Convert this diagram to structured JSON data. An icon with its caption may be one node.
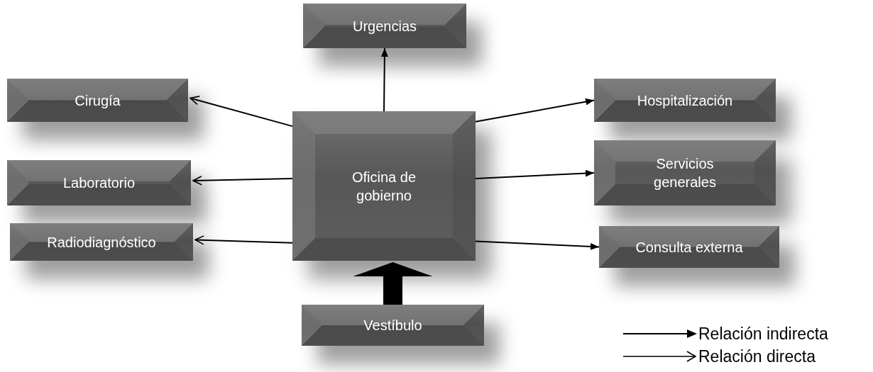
{
  "diagram": {
    "nodes": [
      {
        "text": [
          "Urgencias"
        ]
      },
      {
        "text": [
          "Oficina de gobierno"
        ]
      },
      {
        "text": [
          "Cirugía"
        ]
      },
      {
        "text": [
          "Hospitalización"
        ]
      },
      {
        "text": [
          "Laboratorio"
        ]
      },
      {
        "text": [
          "Servicios generales"
        ]
      },
      {
        "text": [
          "Radiodiagnóstico"
        ]
      },
      {
        "text": [
          "Consulta externa"
        ]
      },
      {
        "text": [
          "Vestíbulo"
        ]
      }
    ],
    "edges": [
      {
        "from": 1,
        "to": 0,
        "arrow": "to"
      },
      {
        "from": 1,
        "to": 2,
        "arrow": "to"
      },
      {
        "from": 1,
        "to": 3,
        "arrow": "to"
      },
      {
        "from": 1,
        "to": 4,
        "arrow": "to"
      },
      {
        "from": 1,
        "to": 5,
        "arrow": "to"
      },
      {
        "from": 1,
        "to": 6,
        "arrow": "to"
      },
      {
        "from": 1,
        "to": 7,
        "arrow": "to"
      },
      {
        "from": 8,
        "to": 1,
        "arrow": "to",
        "style": "thick"
      }
    ],
    "legend": [
      {
        "text": "Relación indirecta"
      },
      {
        "text": "Relación directa"
      }
    ]
  }
}
